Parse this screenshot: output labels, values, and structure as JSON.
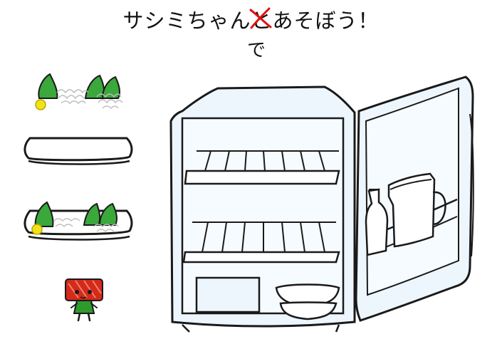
{
  "title": {
    "before": "サシミちゃん",
    "struck": "と",
    "after": "あそぼう！"
  },
  "correction": "で",
  "colors": {
    "outline": "#1a1a1a",
    "fridge_fill": "#eef6fd",
    "leaf": "#3aa83a",
    "lemon": "#f2e318",
    "cabbage": "#cfcfcf",
    "strike": "#e01010",
    "sashimi_red": "#d42a1a",
    "dress_green": "#2e9a2e"
  },
  "items": [
    {
      "name": "sashimi-garnish",
      "icon": "garnish-icon"
    },
    {
      "name": "empty-plate",
      "icon": "plate-icon"
    },
    {
      "name": "sashimi-plate",
      "icon": "garnished-plate-icon"
    },
    {
      "name": "sashimi-chan-character",
      "icon": "character-icon"
    }
  ],
  "fridge": {
    "icon": "refrigerator-icon",
    "door_contents": [
      "bottle",
      "pitcher"
    ],
    "drawer_contents": [
      "bowl"
    ]
  }
}
